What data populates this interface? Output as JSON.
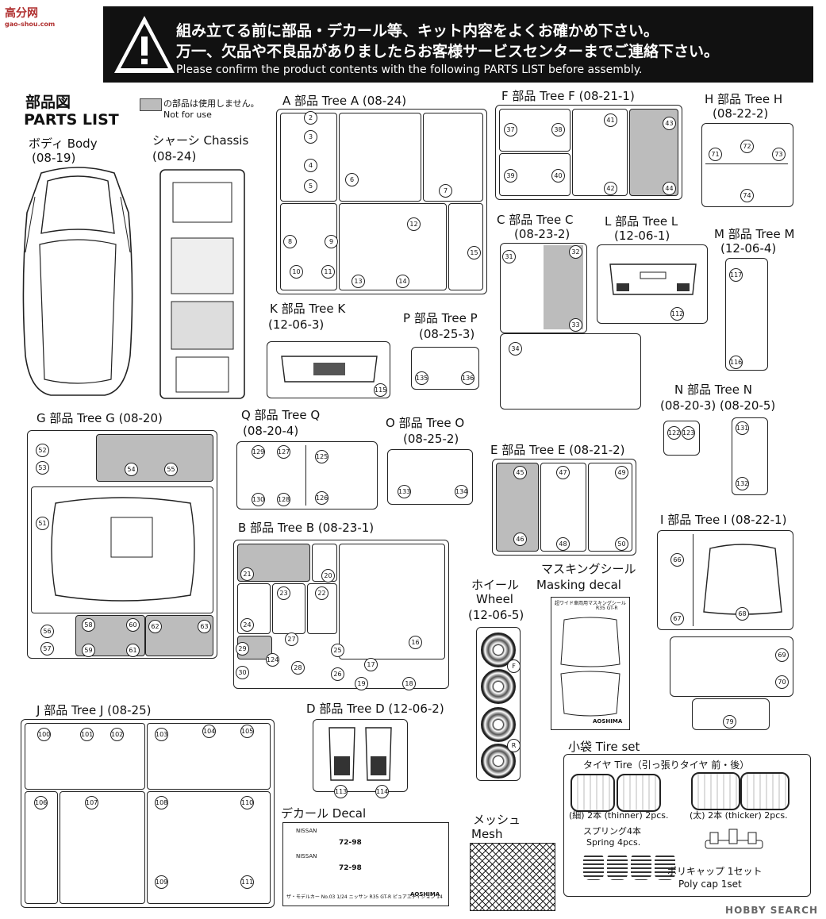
{
  "logo": {
    "text": "高分网",
    "sub": "gao-shou.com"
  },
  "banner": {
    "line1": "組み立てる前に部品・デカール等、キット内容をよくお確かめ下さい。",
    "line2": "万一、欠品や不良品がありましたらお客様サービスセンターまでご連絡下さい。",
    "line3": "Please confirm the product contents with the following PARTS LIST before assembly."
  },
  "parts_list": {
    "title_jp": "部品図",
    "title_en": "PARTS LIST"
  },
  "legend": {
    "jp": "の部品は使用しません。",
    "en": "Not for use"
  },
  "body": {
    "label": "ボディ Body",
    "code": "(08-19)"
  },
  "chassis": {
    "label": "シャーシ Chassis",
    "code": "(08-24)"
  },
  "trees": {
    "A": {
      "label": "A 部品 Tree A (08-24)",
      "nums": [
        "2",
        "3",
        "4",
        "5",
        "6",
        "7",
        "8",
        "9",
        "10",
        "11",
        "12",
        "13",
        "14",
        "15"
      ]
    },
    "F": {
      "label": "F 部品 Tree F (08-21-1)",
      "nums": [
        "37",
        "38",
        "39",
        "40",
        "41",
        "42",
        "43",
        "44"
      ]
    },
    "H": {
      "label": "H 部品 Tree H",
      "code": "(08-22-2)",
      "nums": [
        "71",
        "72",
        "73",
        "74"
      ]
    },
    "C": {
      "label": "C 部品 Tree C",
      "code": "(08-23-2)",
      "nums": [
        "31",
        "32",
        "33",
        "34"
      ]
    },
    "L": {
      "label": "L 部品 Tree L",
      "code": "(12-06-1)",
      "nums": [
        "112"
      ]
    },
    "M": {
      "label": "M 部品 Tree M",
      "code": "(12-06-4)",
      "nums": [
        "117",
        "116"
      ]
    },
    "K": {
      "label": "K 部品 Tree K",
      "code": "(12-06-3)",
      "nums": [
        "115"
      ]
    },
    "P": {
      "label": "P 部品 Tree P",
      "code": "(08-25-3)",
      "nums": [
        "135",
        "136"
      ]
    },
    "N": {
      "label": "N 部品 Tree N",
      "code": "(08-20-3) (08-20-5)",
      "nums": [
        "122",
        "123",
        "131",
        "132"
      ]
    },
    "G": {
      "label": "G 部品 Tree G (08-20)",
      "nums": [
        "52",
        "53",
        "54",
        "55",
        "51",
        "56",
        "57",
        "58",
        "59",
        "60",
        "61",
        "62",
        "63"
      ]
    },
    "Q": {
      "label": "Q 部品 Tree Q",
      "code": "(08-20-4)",
      "nums": [
        "129",
        "127",
        "125",
        "130",
        "128",
        "126"
      ]
    },
    "O": {
      "label": "O 部品 Tree O",
      "code": "(08-25-2)",
      "nums": [
        "133",
        "134"
      ]
    },
    "E": {
      "label": "E 部品 Tree E (08-21-2)",
      "nums": [
        "45",
        "46",
        "47",
        "48",
        "49",
        "50"
      ]
    },
    "I": {
      "label": "I 部品 Tree I (08-22-1)",
      "nums": [
        "66",
        "67",
        "68",
        "69",
        "70",
        "79"
      ]
    },
    "B": {
      "label": "B 部品 Tree B (08-23-1)",
      "nums": [
        "21",
        "20",
        "23",
        "22",
        "24",
        "17",
        "16",
        "29",
        "27",
        "25",
        "124",
        "28",
        "30",
        "26",
        "19",
        "18"
      ]
    },
    "J": {
      "label": "J 部品 Tree J (08-25)",
      "nums": [
        "100",
        "101",
        "102",
        "103",
        "104",
        "105",
        "106",
        "107",
        "108",
        "110",
        "109",
        "111"
      ]
    },
    "D": {
      "label": "D 部品 Tree D (12-06-2)",
      "nums": [
        "113",
        "114"
      ]
    }
  },
  "wheel": {
    "jp": "ホイール",
    "en": "Wheel",
    "code": "(12-06-5)",
    "front": "F",
    "rear": "R"
  },
  "masking": {
    "jp": "マスキングシール",
    "en": "Masking decal",
    "sheet_title": "超ワイド車両用マスキングシール",
    "sheet_sub": "R35 GT-R",
    "brand": "AOSHIMA"
  },
  "decal": {
    "label": "デカール Decal",
    "brand1": "NISSAN",
    "brand2": "NISSAN",
    "plate1": "72-98",
    "plate2": "72-98",
    "footer": "ザ・モデルカー No.03 1/24 ニッサン R35 GT-R ピュアエディション'14",
    "brand": "AOSHIMA"
  },
  "mesh": {
    "jp": "メッシュ",
    "en": "Mesh"
  },
  "tire_set": {
    "title": "小袋 Tire set",
    "tire_label": "タイヤ Tire（引っ張りタイヤ 前・後）",
    "thin": "(細) 2本 (thinner) 2pcs.",
    "thick": "(太) 2本 (thicker) 2pcs.",
    "spring_jp": "スプリング4本",
    "spring_en": "Spring 4pcs.",
    "polycap_jp": "ポリキャップ 1セット",
    "polycap_en": "Poly cap 1set"
  },
  "watermark": "HOBBY SEARCH"
}
